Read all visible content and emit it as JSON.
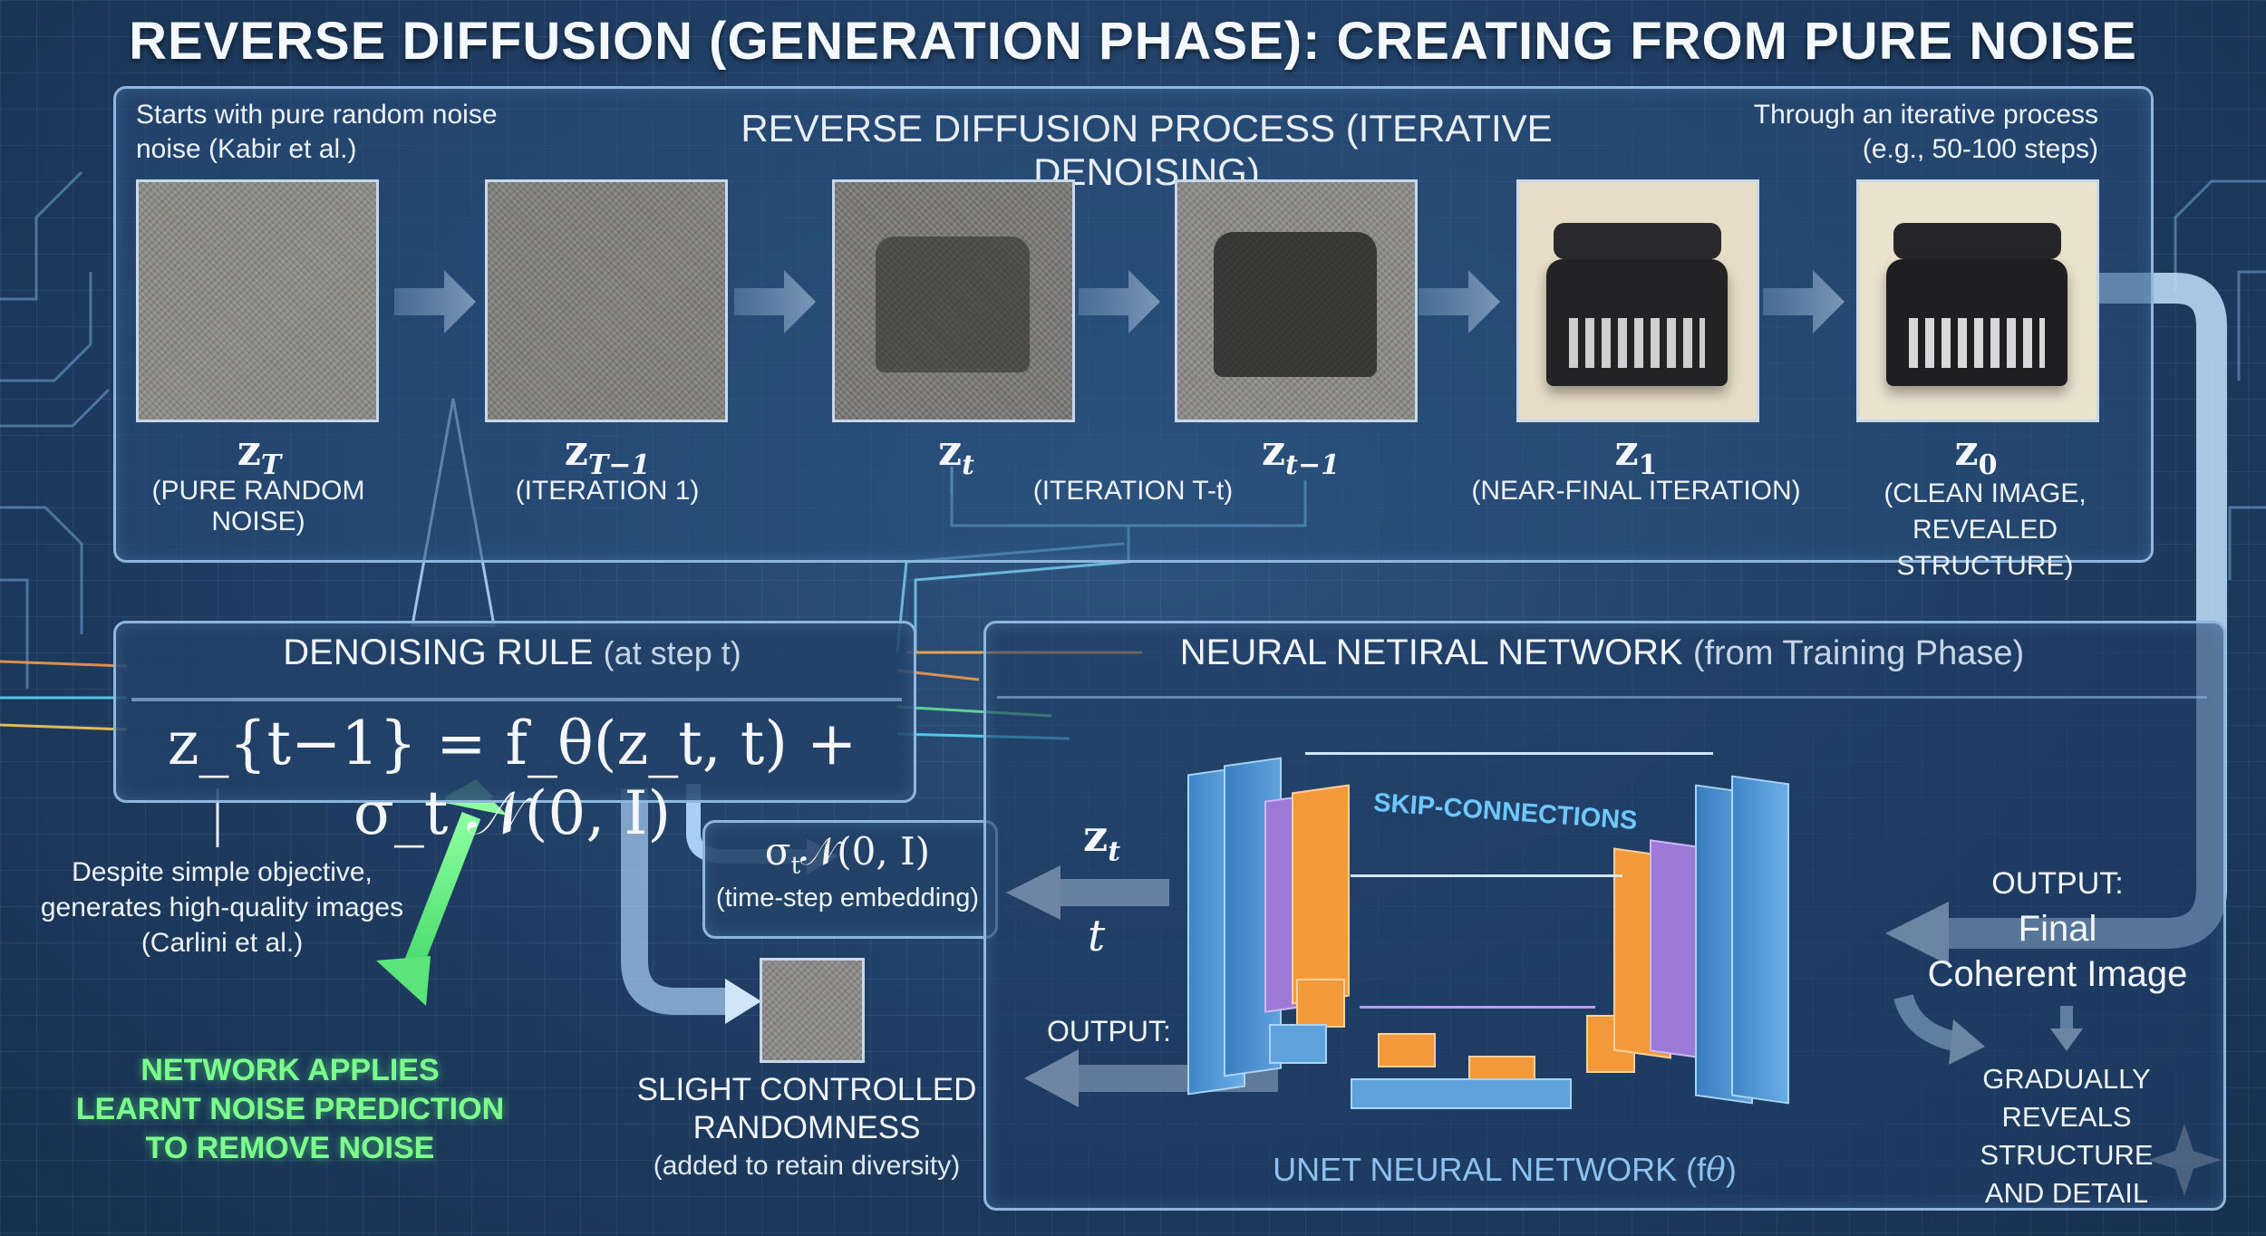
{
  "title": "REVERSE DIFFUSION (GENERATION PHASE): CREATING FROM PURE NOISE",
  "top_panel": {
    "heading": "REVERSE DIFFUSION PROCESS (ITERATIVE DENOISING)",
    "note_left": [
      "Starts with pure random noise",
      "noise (Kabir et al.)"
    ],
    "note_right": [
      "Through an iterative process",
      "(e.g., 50-100 steps)"
    ],
    "steps": [
      {
        "var": "z",
        "sub": "T",
        "caption": [
          "(PURE RANDOM NOISE)"
        ]
      },
      {
        "var": "z",
        "sub": "T−1",
        "caption": [
          "(ITERATION 1)"
        ]
      },
      {
        "var": "z",
        "sub": "t",
        "caption": [
          ""
        ]
      },
      {
        "var": "z",
        "sub": "t−1",
        "caption": [
          ""
        ]
      },
      {
        "var": "z",
        "sub": "1",
        "caption": [
          "(NEAR-FINAL ITERATION)"
        ]
      },
      {
        "var": "z",
        "sub": "0",
        "caption": [
          "(CLEAN IMAGE,",
          "REVEALED STRUCTURE)"
        ]
      }
    ],
    "mid_caption": "(ITERATION T-t)"
  },
  "rule_panel": {
    "heading": "DENOISING RULE",
    "heading_suffix": "(at step t)",
    "equation": "z_{t−1} = f_θ(z_t, t) + σ_t 𝒩(0, I)"
  },
  "note_despite": [
    "Despite simple objective,",
    "generates high-quality images",
    "(Carlini et al.)"
  ],
  "network_applies": [
    "NETWORK APPLIES",
    "LEARNT NOISE PREDICTION",
    "TO REMOVE NOISE"
  ],
  "sigma_box": {
    "expr": "σ",
    "expr_rest": "𝒩(0, I)",
    "desc": "(time-step embedding)"
  },
  "randomness": [
    "SLIGHT CONTROLLED",
    "RANDOMNESS",
    "(added to retain diversity)"
  ],
  "nn_panel": {
    "heading": "NEURAL NETIRAL NETWORK",
    "heading_suffix": "(from Training Phase)",
    "skip_label": "SKIP-CONNECTIONS",
    "input_z": "z",
    "input_z_sub": "t",
    "input_t": "t",
    "output_label": "OUTPUT:",
    "unet_label": "UNET NEURAL NETWORK (f",
    "unet_label_sub": "θ",
    "unet_label_end": ")"
  },
  "output_right": {
    "label": "OUTPUT:",
    "lines": [
      "Final",
      "Coherent Image"
    ]
  },
  "gradually": [
    "GRADUALLY",
    "REVEALS STRUCTURE",
    "AND DETAIL"
  ]
}
